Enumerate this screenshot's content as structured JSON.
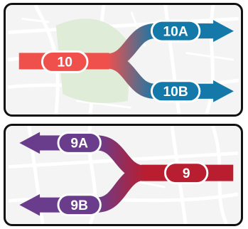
{
  "route_splits": [
    {
      "id": "top",
      "main_route": {
        "label": "10",
        "color": "#f0504c"
      },
      "branches": [
        {
          "label": "10A",
          "color": "#1478a8"
        },
        {
          "label": "10B",
          "color": "#1478a8"
        }
      ],
      "direction": "right"
    },
    {
      "id": "bottom",
      "main_route": {
        "label": "9",
        "color": "#b81e30"
      },
      "branches": [
        {
          "label": "9A",
          "color": "#6a3d8c"
        },
        {
          "label": "9B",
          "color": "#6a3d8c"
        }
      ],
      "direction": "left"
    }
  ],
  "colors": {
    "panel_border": "#111111",
    "map_background": "#f4f4f4",
    "map_streets": "#ffffff",
    "park": "#dfecd8"
  }
}
